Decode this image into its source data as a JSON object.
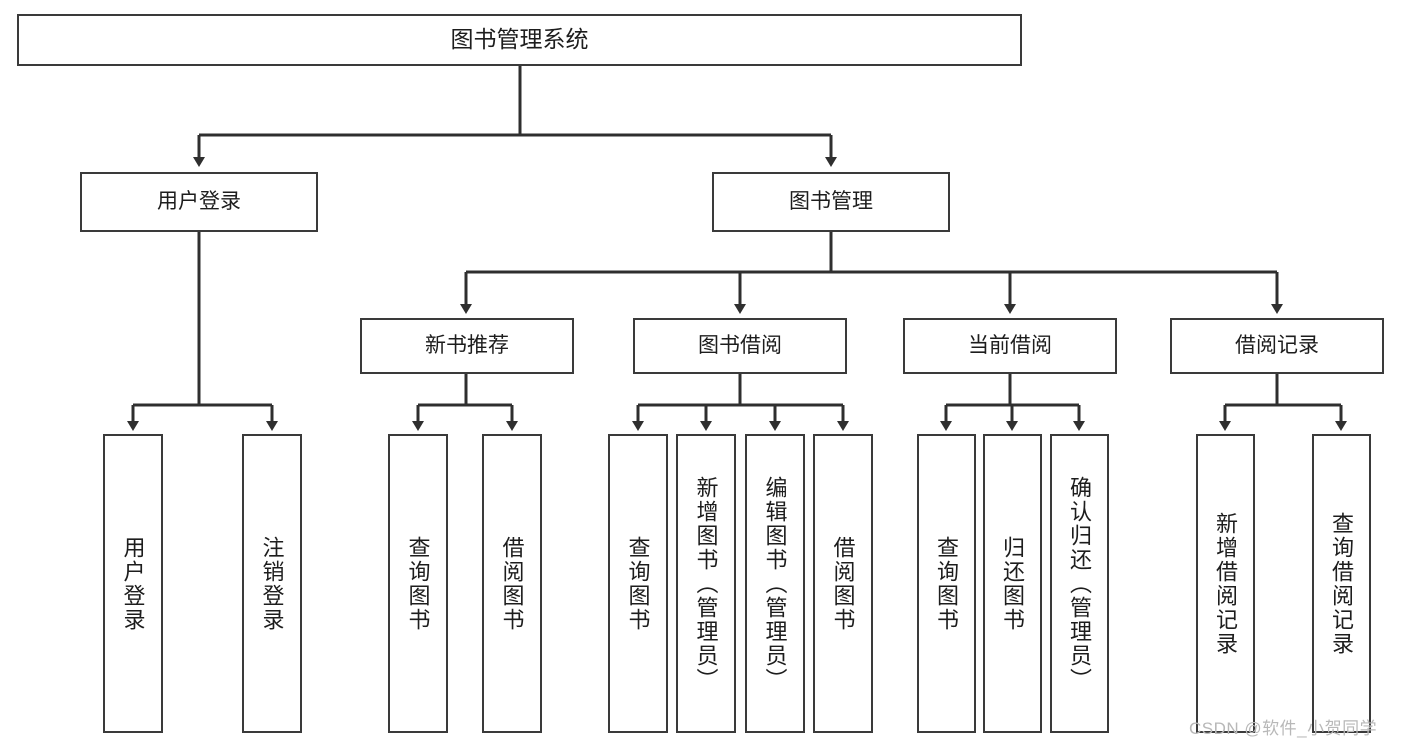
{
  "diagram": {
    "type": "tree-hierarchy-chart",
    "title": "图书管理系统",
    "stroke_color": "#3a3a3a",
    "fill_color": "#ffffff",
    "text_color": "#1d1d1d"
  },
  "root": {
    "label": "图书管理系统"
  },
  "level1": [
    {
      "label": "用户登录"
    },
    {
      "label": "图书管理"
    }
  ],
  "level2": [
    {
      "label": "新书推荐"
    },
    {
      "label": "图书借阅"
    },
    {
      "label": "当前借阅"
    },
    {
      "label": "借阅记录"
    }
  ],
  "leaves": {
    "user_login": [
      {
        "label": "用户登录"
      },
      {
        "label": "注销登录"
      }
    ],
    "new_book_recommend": [
      {
        "label": "查询图书"
      },
      {
        "label": "借阅图书"
      }
    ],
    "book_borrow": [
      {
        "label": "查询图书"
      },
      {
        "label": "新增图书（管理员）"
      },
      {
        "label": "编辑图书（管理员）"
      },
      {
        "label": "借阅图书"
      }
    ],
    "current_borrow": [
      {
        "label": "查询图书"
      },
      {
        "label": "归还图书"
      },
      {
        "label": "确认归还（管理员）"
      }
    ],
    "borrow_record": [
      {
        "label": "新增借阅记录"
      },
      {
        "label": "查询借阅记录"
      }
    ]
  },
  "watermark": {
    "text": "CSDN @软件_小贺同学"
  }
}
